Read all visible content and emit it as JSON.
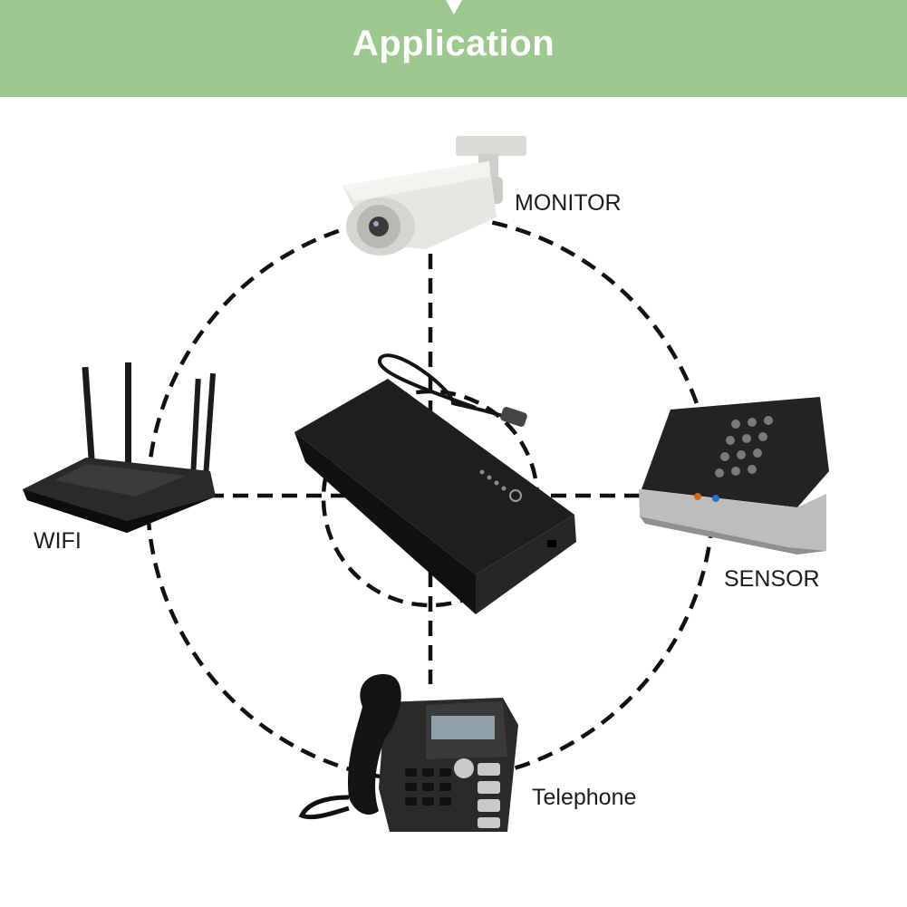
{
  "header": {
    "title": "Application"
  },
  "labels": {
    "monitor": "MONITOR",
    "wifi": "WIFI",
    "sensor": "SENSOR",
    "telephone": "Telephone"
  },
  "devices": {
    "center": "power-bank-icon",
    "top": "security-camera-icon",
    "left": "wifi-router-icon",
    "right": "keypad-sensor-icon",
    "bottom": "desk-phone-icon"
  },
  "colors": {
    "banner": "#9dc890",
    "lines": "#111111"
  }
}
